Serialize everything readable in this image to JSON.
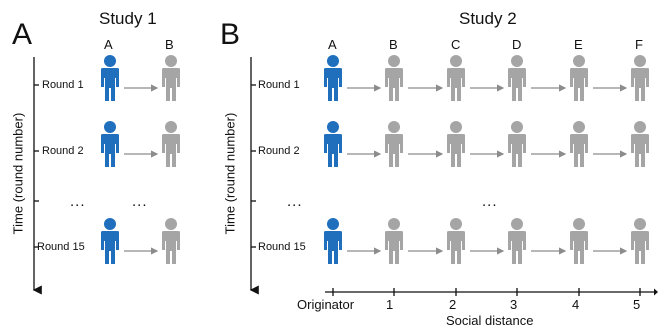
{
  "colors": {
    "originator": "#1f6fbd",
    "recipient": "#a5a5a5",
    "arrow": "#8c8c8c",
    "axis": "#111111"
  },
  "icons": {
    "person": "person-icon",
    "arrow": "arrow-right-icon"
  },
  "panel_a": {
    "letter": "A",
    "title": "Study 1",
    "columns": [
      "A",
      "B"
    ],
    "rounds": [
      "Round 1",
      "Round 2",
      "Round 15"
    ],
    "ellipsis": "...",
    "y_axis_label": "Time (round number)"
  },
  "panel_b": {
    "letter": "B",
    "title": "Study 2",
    "columns": [
      "A",
      "B",
      "C",
      "D",
      "E",
      "F"
    ],
    "rounds": [
      "Round 1",
      "Round 2",
      "Round 15"
    ],
    "ellipsis": "...",
    "y_axis_label": "Time (round number)",
    "x_ticks": [
      "Originator",
      "1",
      "2",
      "3",
      "4",
      "5"
    ],
    "x_axis_label": "Social distance"
  }
}
